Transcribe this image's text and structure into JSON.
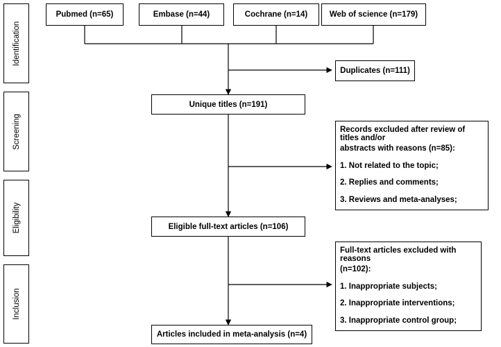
{
  "stages": [
    "Identification",
    "Screening",
    "Eligibility",
    "Inclusion"
  ],
  "sources": [
    "Pubmed (n=65)",
    "Embase (n=44)",
    "Cochrane (n=14)",
    "Web of science (n=179)"
  ],
  "duplicates": "Duplicates (n=111)",
  "unique_titles": "Unique titles (n=191)",
  "screening_exclusion": {
    "heading_line1": "Records excluded after review of titles and/or",
    "heading_line2": "abstracts with reasons (n=85):",
    "reasons": [
      "1. Not related to the topic;",
      "2. Replies and comments;",
      "3. Reviews and meta-analyses;"
    ]
  },
  "eligible": "Eligible full-text articles (n=106)",
  "fulltext_exclusion": {
    "heading_line1": "Full-text articles excluded with reasons",
    "heading_line2": "(n=102):",
    "reasons": [
      "1. Inappropriate subjects;",
      "2. Inappropriate interventions;",
      "3. Inappropriate control group;"
    ]
  },
  "included": "Articles included in meta-analysis (n=4)"
}
